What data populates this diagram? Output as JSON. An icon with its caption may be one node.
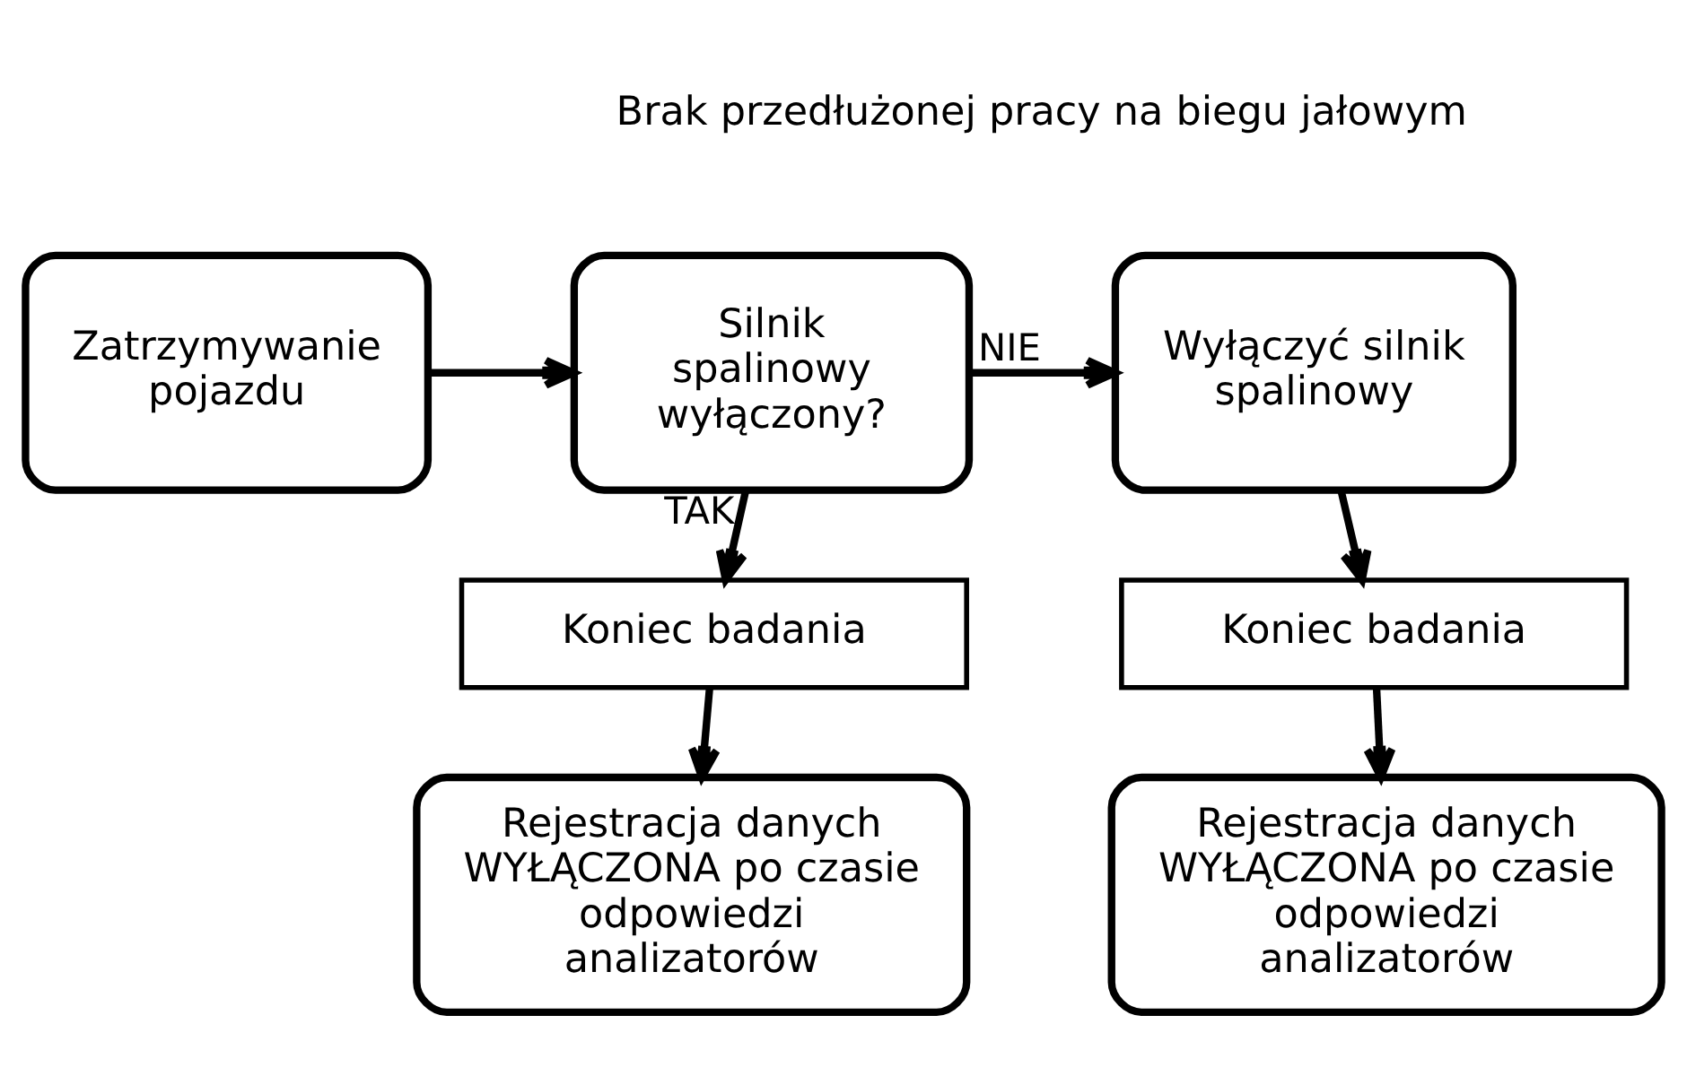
{
  "diagram": {
    "nodes": [
      {
        "text": [
          "Zatrzymywanie pojazdu"
        ]
      },
      {
        "text": [
          "Silnik spalinowy wyłączony?"
        ]
      },
      {
        "text": [
          "Wyłączyć silnik spalinowy"
        ]
      },
      {
        "text": [
          "Koniec badania"
        ]
      },
      {
        "text": [
          "Koniec badania"
        ]
      },
      {
        "text": [
          "Rejestracja danych WYŁĄCZONA po czasie odpowiedzi analizatorów"
        ]
      },
      {
        "text": [
          "Rejestracja danych WYŁĄCZONA po czasie odpowiedzi analizatorów"
        ]
      }
    ],
    "edges": [
      {
        "from": 0,
        "to": 1,
        "arrow": "to"
      },
      {
        "from": 1,
        "to": 2,
        "arrow": "to",
        "label": "NIE"
      },
      {
        "from": 1,
        "to": 3,
        "arrow": "to",
        "label": "TAK"
      },
      {
        "from": 2,
        "to": 4,
        "arrow": "to"
      },
      {
        "from": 3,
        "to": 5,
        "arrow": "to"
      },
      {
        "from": 4,
        "to": 6,
        "arrow": "to"
      }
    ],
    "labels": [
      "Brak przedłużonej pracy na biegu jałowym"
    ]
  }
}
